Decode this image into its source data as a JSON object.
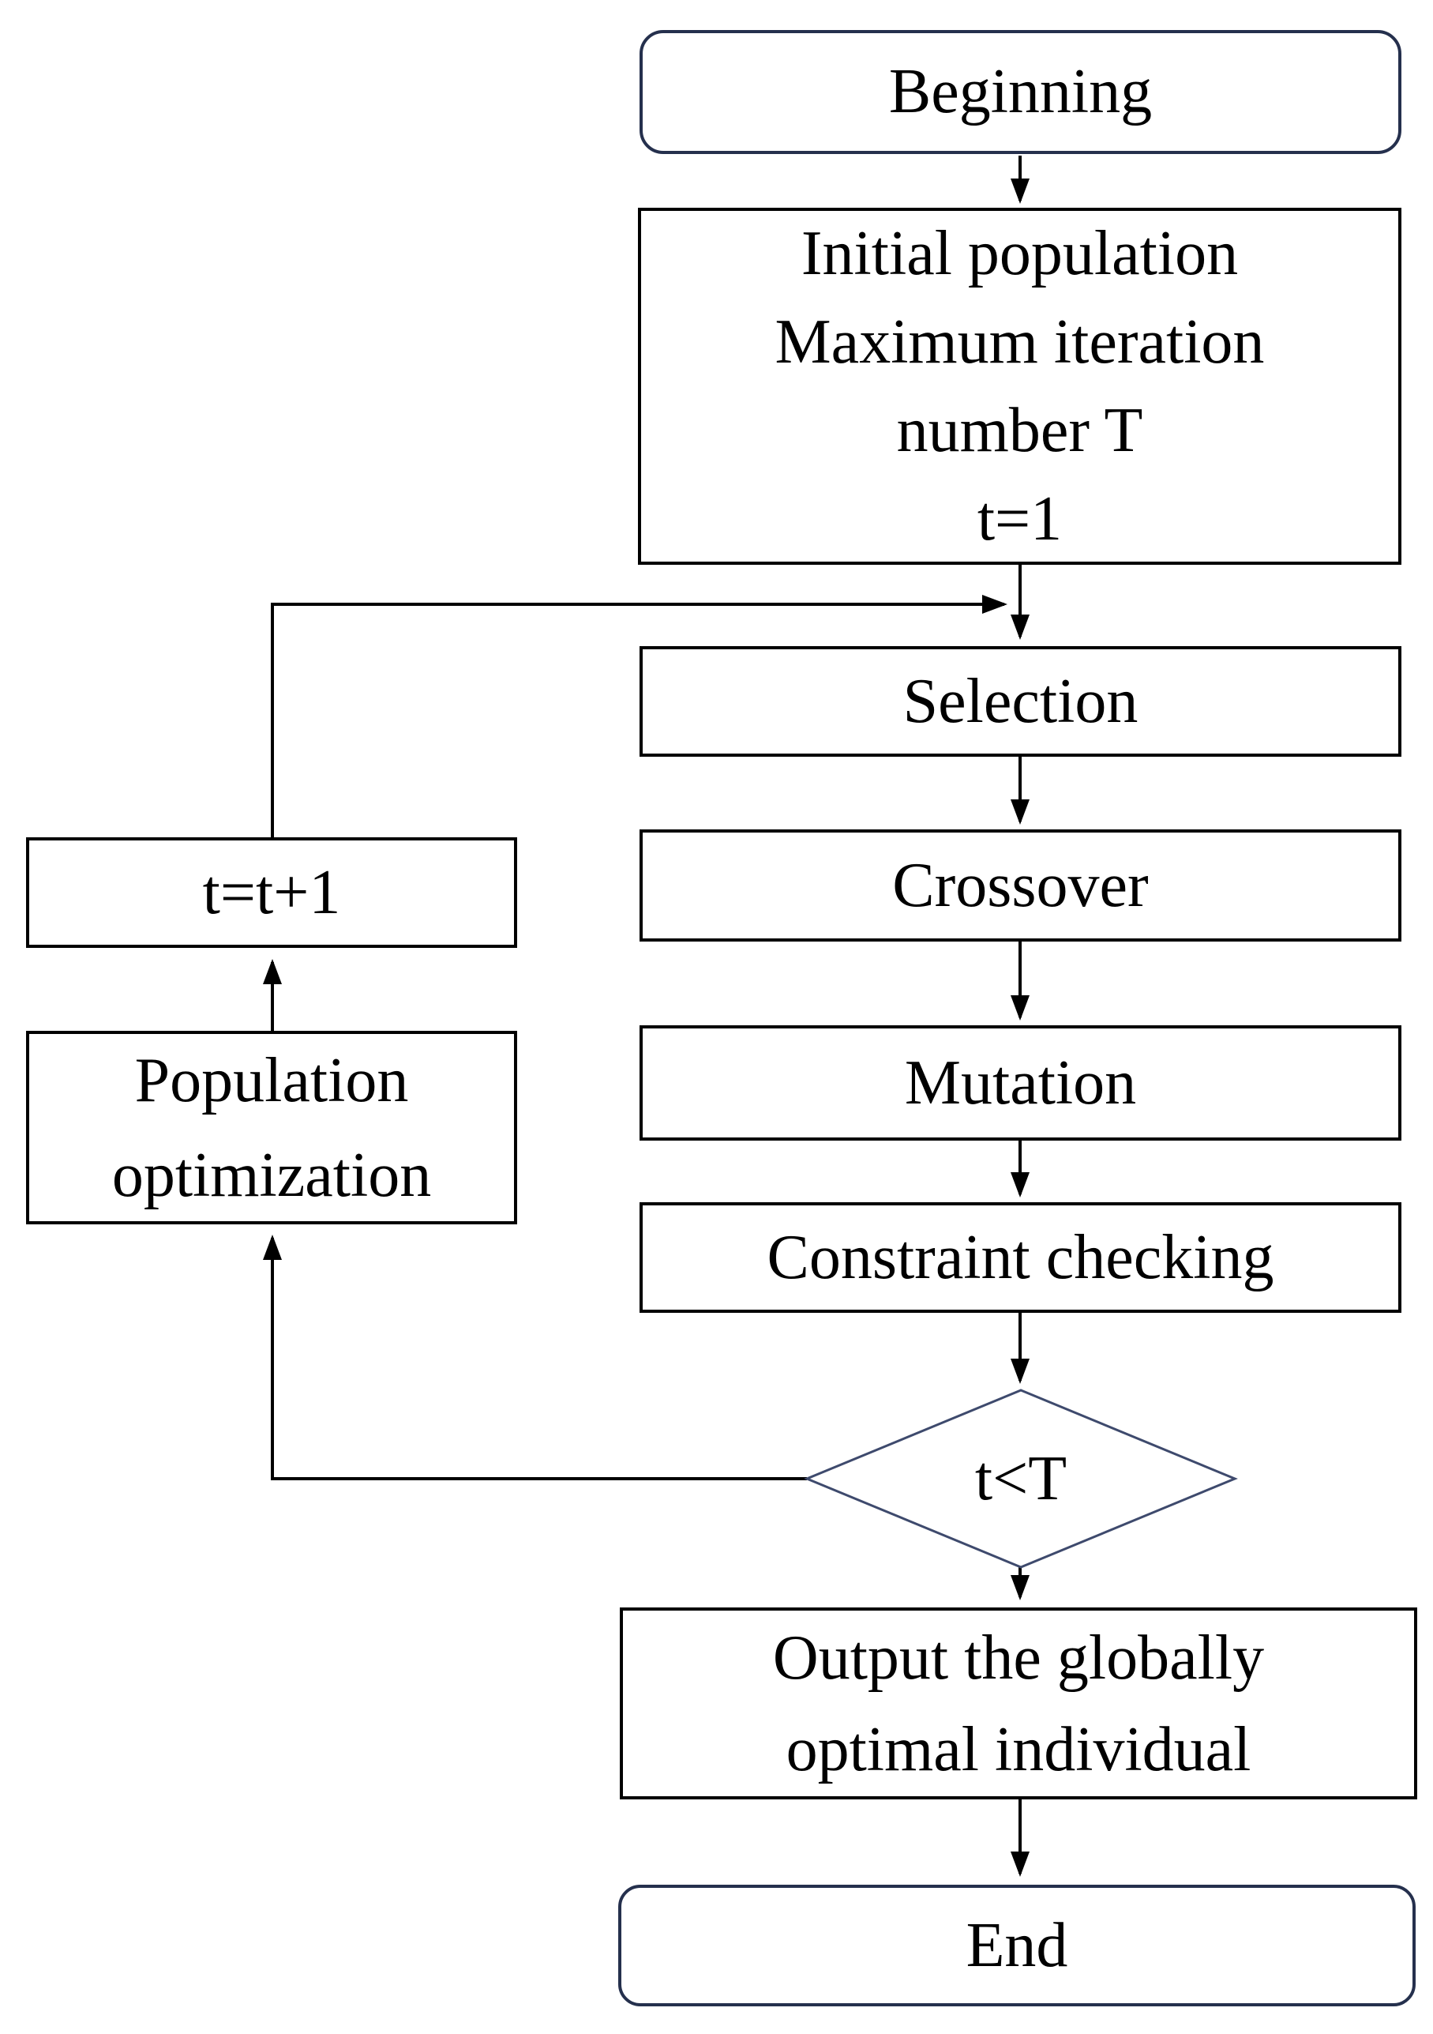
{
  "diagram": {
    "background": "#ffffff",
    "colors": {
      "process_border": "#000000",
      "terminator_border": "#25304d",
      "decision_border": "#3e4a6d",
      "connector_line": "#000000",
      "text": "#000000"
    },
    "nodes": {
      "beginning": {
        "type": "terminator",
        "label": "Beginning"
      },
      "initial": {
        "type": "process",
        "lines": [
          "Initial population",
          "Maximum iteration",
          "number T",
          "t=1"
        ]
      },
      "selection": {
        "type": "process",
        "label": "Selection"
      },
      "crossover": {
        "type": "process",
        "label": "Crossover"
      },
      "mutation": {
        "type": "process",
        "label": "Mutation"
      },
      "constraint": {
        "type": "process",
        "label": "Constraint checking"
      },
      "decision": {
        "type": "decision",
        "label": "t<T"
      },
      "output": {
        "type": "process",
        "lines": [
          "Output the globally",
          "optimal individual"
        ]
      },
      "end": {
        "type": "terminator",
        "label": "End"
      },
      "increment": {
        "type": "process",
        "label": "t=t+1"
      },
      "popopt": {
        "type": "process",
        "lines": [
          "Population",
          "optimization"
        ]
      }
    },
    "edges": [
      {
        "from": "beginning",
        "to": "initial"
      },
      {
        "from": "initial",
        "to": "selection"
      },
      {
        "from": "selection",
        "to": "crossover"
      },
      {
        "from": "crossover",
        "to": "mutation"
      },
      {
        "from": "mutation",
        "to": "constraint"
      },
      {
        "from": "constraint",
        "to": "decision"
      },
      {
        "from": "decision",
        "to": "output"
      },
      {
        "from": "output",
        "to": "end"
      },
      {
        "from": "decision",
        "to": "popopt"
      },
      {
        "from": "popopt",
        "to": "increment"
      },
      {
        "from": "increment",
        "to": "selection"
      }
    ]
  }
}
